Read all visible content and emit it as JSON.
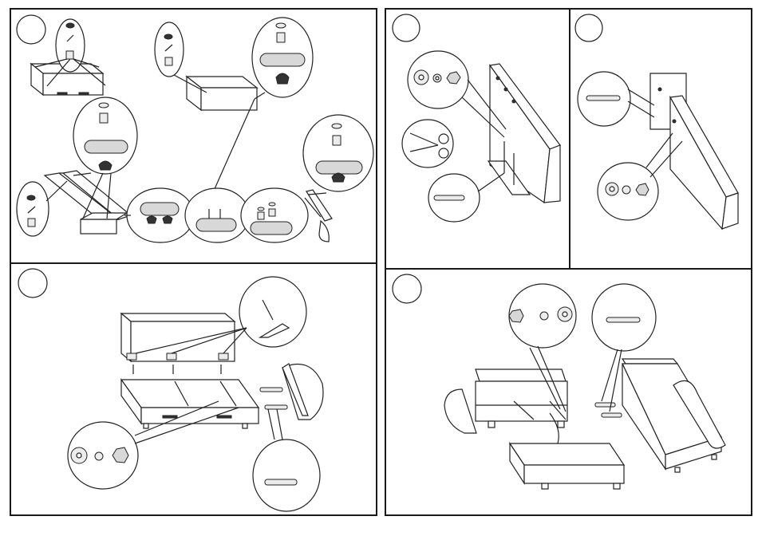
{
  "colors": {
    "line": "#222222",
    "panel_border": "#1a1a1a",
    "background": "#ffffff",
    "part_fill": "#d8d8d8"
  },
  "panels": [
    {
      "step": "",
      "content": "frame-assembly-with-cam-locks"
    },
    {
      "step": "",
      "content": "back-panel-bolt-assembly"
    },
    {
      "step": "",
      "content": "side-panel-bolt-assembly"
    },
    {
      "step": "",
      "content": "seat-frame-and-armrest-assembly"
    },
    {
      "step": "",
      "content": "sofa-and-chaise-final-assembly"
    }
  ]
}
